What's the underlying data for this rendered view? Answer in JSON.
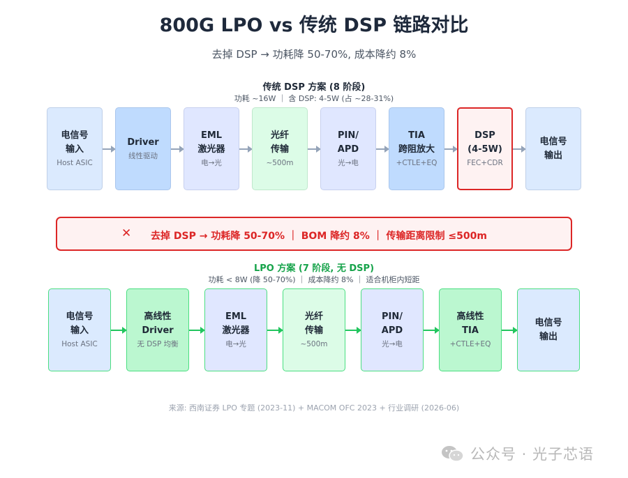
{
  "header": {
    "title": "800G LPO vs 传统 DSP 链路对比",
    "subtitle": "去掉 DSP → 功耗降 50-70%, 成本降约 8%"
  },
  "traditional": {
    "title": "传统 DSP 方案 (8 阶段)",
    "subtitle": "功耗 ~16W ｜ 含 DSP: 4-5W (占 ~28-31%)",
    "title_color": "#1f2937",
    "stages": [
      {
        "l1": "电信号",
        "l2": "输入",
        "sub": "Host ASIC",
        "bg": "#dbeafe",
        "border": "#bfcfe8"
      },
      {
        "l1": "Driver",
        "l2": "",
        "sub": "线性驱动",
        "bg": "#bfdbfe",
        "border": "#a9c6ec"
      },
      {
        "l1": "EML",
        "l2": "激光器",
        "sub": "电→光",
        "bg": "#e0e7ff",
        "border": "#c7d0ee"
      },
      {
        "l1": "光纤",
        "l2": "传输",
        "sub": "~500m",
        "bg": "#dcfce7",
        "border": "#bfe8cc"
      },
      {
        "l1": "PIN/",
        "l2": "APD",
        "sub": "光→电",
        "bg": "#e0e7ff",
        "border": "#c7d0ee"
      },
      {
        "l1": "TIA",
        "l2": "跨阻放大",
        "sub": "+CTLE+EQ",
        "bg": "#bfdbfe",
        "border": "#a9c6ec"
      },
      {
        "l1": "DSP",
        "l2": "(4-5W)",
        "sub": "FEC+CDR",
        "bg": "#fef2f2",
        "border": "#dc2626"
      },
      {
        "l1": "电信号",
        "l2": "输出",
        "sub": "",
        "bg": "#dbeafe",
        "border": "#bfcfe8"
      }
    ]
  },
  "banner": {
    "icon": "✕",
    "text": "去掉 DSP → 功耗降 50-70% ｜ BOM 降约 8% ｜ 传输距离限制 ≤500m"
  },
  "lpo": {
    "title": "LPO 方案 (7 阶段, 无 DSP)",
    "subtitle": "功耗 < 8W (降 50-70%) ｜ 成本降约 8% ｜ 适合机柜内短距",
    "title_color": "#16a34a",
    "stages": [
      {
        "l1": "电信号",
        "l2": "输入",
        "sub": "Host ASIC",
        "bg": "#dbeafe",
        "border": "#4ade80"
      },
      {
        "l1": "高线性",
        "l2": "Driver",
        "sub": "无 DSP 均衡",
        "bg": "#bbf7d0",
        "border": "#4ade80"
      },
      {
        "l1": "EML",
        "l2": "激光器",
        "sub": "电→光",
        "bg": "#e0e7ff",
        "border": "#4ade80"
      },
      {
        "l1": "光纤",
        "l2": "传输",
        "sub": "~500m",
        "bg": "#dcfce7",
        "border": "#4ade80"
      },
      {
        "l1": "PIN/",
        "l2": "APD",
        "sub": "光→电",
        "bg": "#e0e7ff",
        "border": "#4ade80"
      },
      {
        "l1": "高线性",
        "l2": "TIA",
        "sub": "+CTLE+EQ",
        "bg": "#bbf7d0",
        "border": "#4ade80"
      },
      {
        "l1": "电信号",
        "l2": "输出",
        "sub": "",
        "bg": "#dbeafe",
        "border": "#4ade80"
      }
    ]
  },
  "footer": {
    "source": "来源: 西南证券 LPO 专题 (2023-11) + MACOM OFC 2023 + 行业调研 (2026-06)",
    "watermark": "公众号 · 光子芯语"
  }
}
